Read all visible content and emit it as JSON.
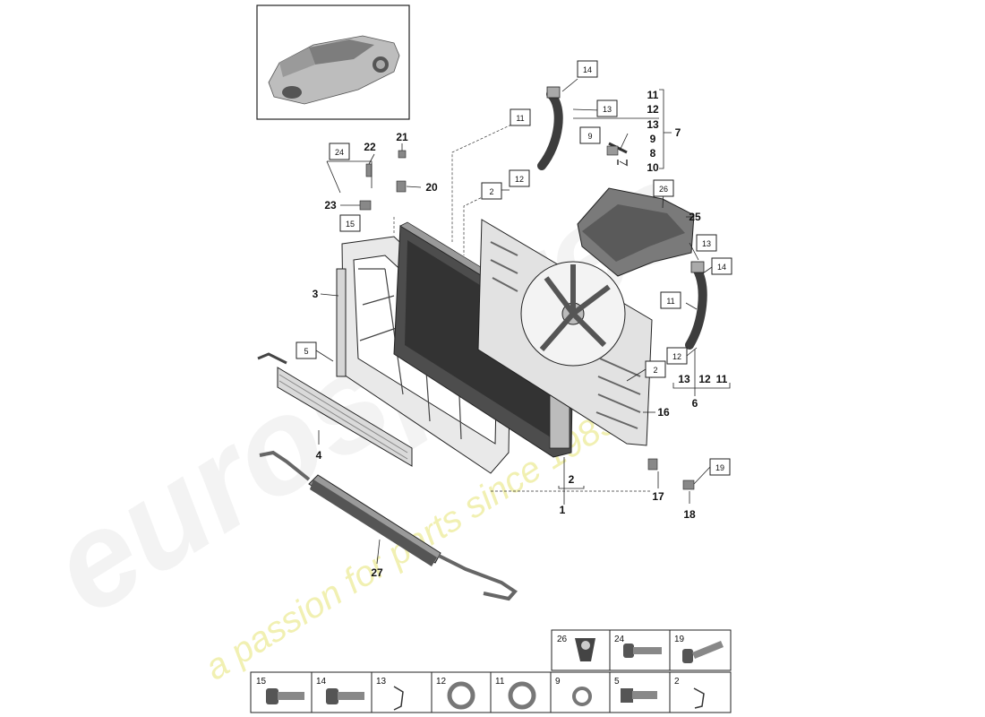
{
  "watermark": {
    "brand": "eurospares",
    "tagline": "a passion for parts since 1985"
  },
  "callouts": {
    "c1": "1",
    "c2": "2",
    "c3": "3",
    "c4": "4",
    "c6": "6",
    "c7": "7",
    "c8": "8",
    "c9": "9",
    "c10": "10",
    "c11": "11",
    "c12": "12",
    "c13": "13",
    "c16": "16",
    "c17": "17",
    "c18": "18",
    "c20": "20",
    "c21": "21",
    "c22": "22",
    "c23": "23",
    "c25": "25",
    "c27": "27",
    "grp6_13": "13",
    "grp6_12": "12",
    "grp6_11": "11"
  },
  "boxed": {
    "b14a": "14",
    "b13a": "13",
    "b11a": "11",
    "b9": "9",
    "b12a": "12",
    "b2a": "2",
    "b24": "24",
    "b15": "15",
    "b26": "26",
    "b13b": "13",
    "b14b": "14",
    "b11b": "11",
    "b12b": "12",
    "b2b": "2",
    "b5": "5",
    "b19": "19"
  },
  "legend": {
    "top_row": [
      "26",
      "24",
      "19"
    ],
    "bottom_row": [
      "15",
      "14",
      "13",
      "12",
      "11",
      "9",
      "5",
      "2"
    ]
  }
}
